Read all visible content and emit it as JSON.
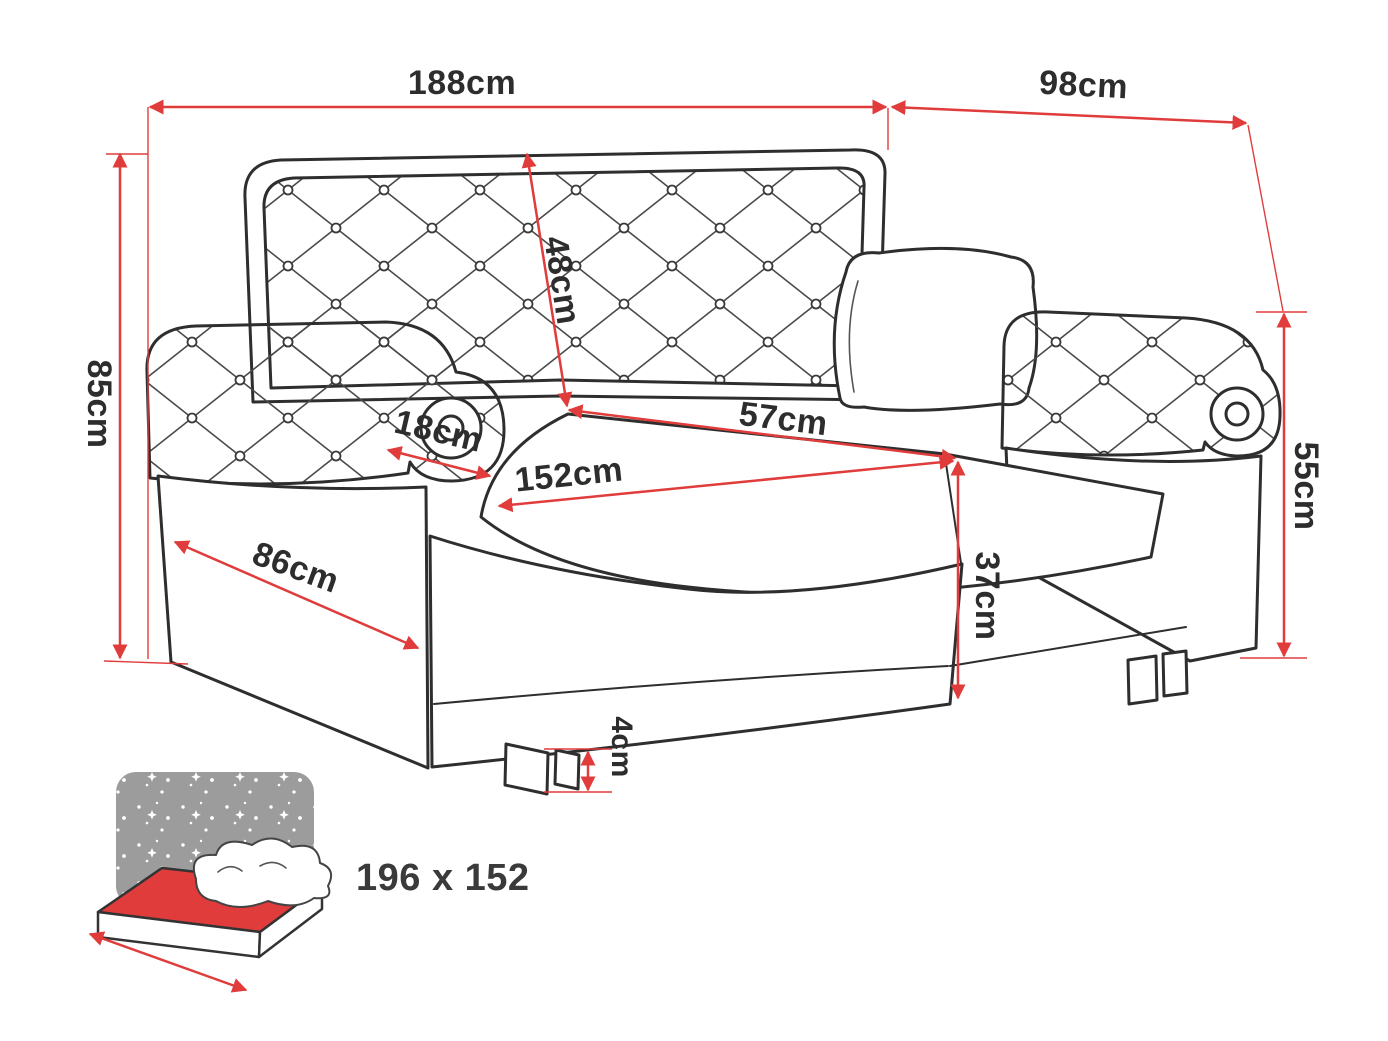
{
  "diagram": {
    "subject": "sofa-bed-dimension-drawing",
    "dimensions": {
      "overall_width": "188cm",
      "overall_depth": "98cm",
      "overall_height": "85cm",
      "backrest_height": "48cm",
      "armrest_width": "18cm",
      "seat_depth": "57cm",
      "seat_width": "152cm",
      "side_base_depth": "86cm",
      "armrest_height": "55cm",
      "seat_height": "37cm",
      "leg_height": "4cm"
    },
    "sleeping_area": {
      "label": "196 x 152",
      "icon": "bed-mattress-icon"
    },
    "colors": {
      "dimension_red": "#e03c3c",
      "outline": "#2e2e2e",
      "headboard_gray": "#9c9c9c",
      "background": "#ffffff"
    }
  }
}
